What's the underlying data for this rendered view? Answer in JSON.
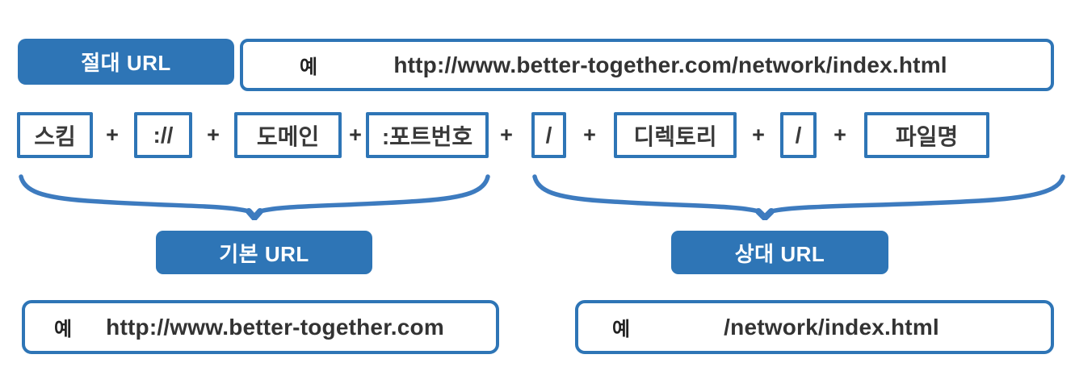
{
  "title": "URL structure diagram",
  "colors": {
    "accent_fill": "#2e75b6",
    "box_border": "#2e75b6",
    "brace": "#3d7bbf",
    "text_dark": "#333333",
    "text_on_accent": "#ffffff"
  },
  "labels": {
    "absolute_url": "절대 URL",
    "base_url": "기본 URL",
    "relative_url": "상대 URL",
    "example": "예",
    "plus": "+"
  },
  "examples": {
    "absolute": "http://www.better-together.com/network/index.html",
    "base": "http://www.better-together.com",
    "relative": "/network/index.html"
  },
  "url_parts": [
    "스킴",
    "://",
    "도메인",
    ":포트번호",
    "/",
    "디렉토리",
    "/",
    "파일명"
  ]
}
